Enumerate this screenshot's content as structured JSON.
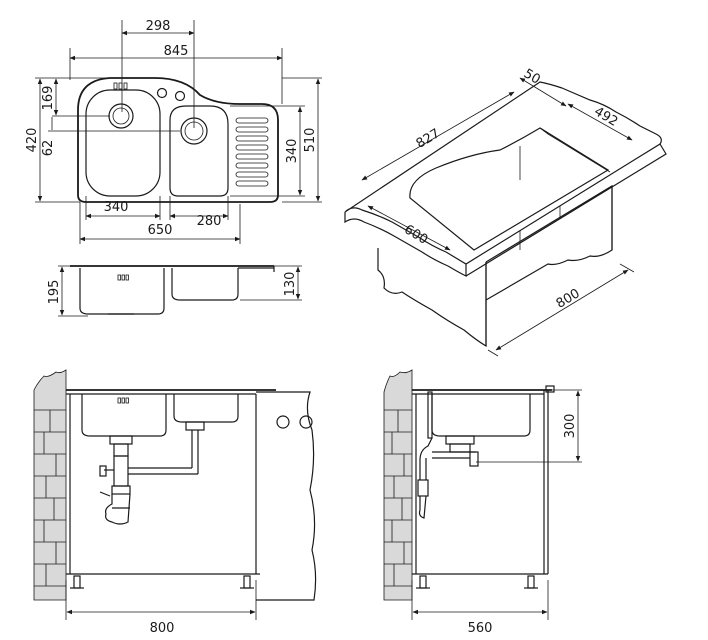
{
  "plan_view": {
    "dim_top_inner": "298",
    "dim_top_overall": "845",
    "dim_left_169": "169",
    "dim_left_420": "420",
    "dim_left_62": "62",
    "dim_right_340": "340",
    "dim_right_510": "510",
    "dim_bottom_340": "340",
    "dim_bottom_280": "280",
    "dim_bottom_650": "650"
  },
  "side_view": {
    "dim_195": "195",
    "dim_130": "130"
  },
  "iso_view": {
    "dim_50": "50",
    "dim_492": "492",
    "dim_827": "827",
    "dim_600": "600",
    "dim_800": "800"
  },
  "front_cabinet": {
    "dim_width": "800"
  },
  "side_cabinet": {
    "dim_height": "300",
    "dim_depth": "560"
  }
}
